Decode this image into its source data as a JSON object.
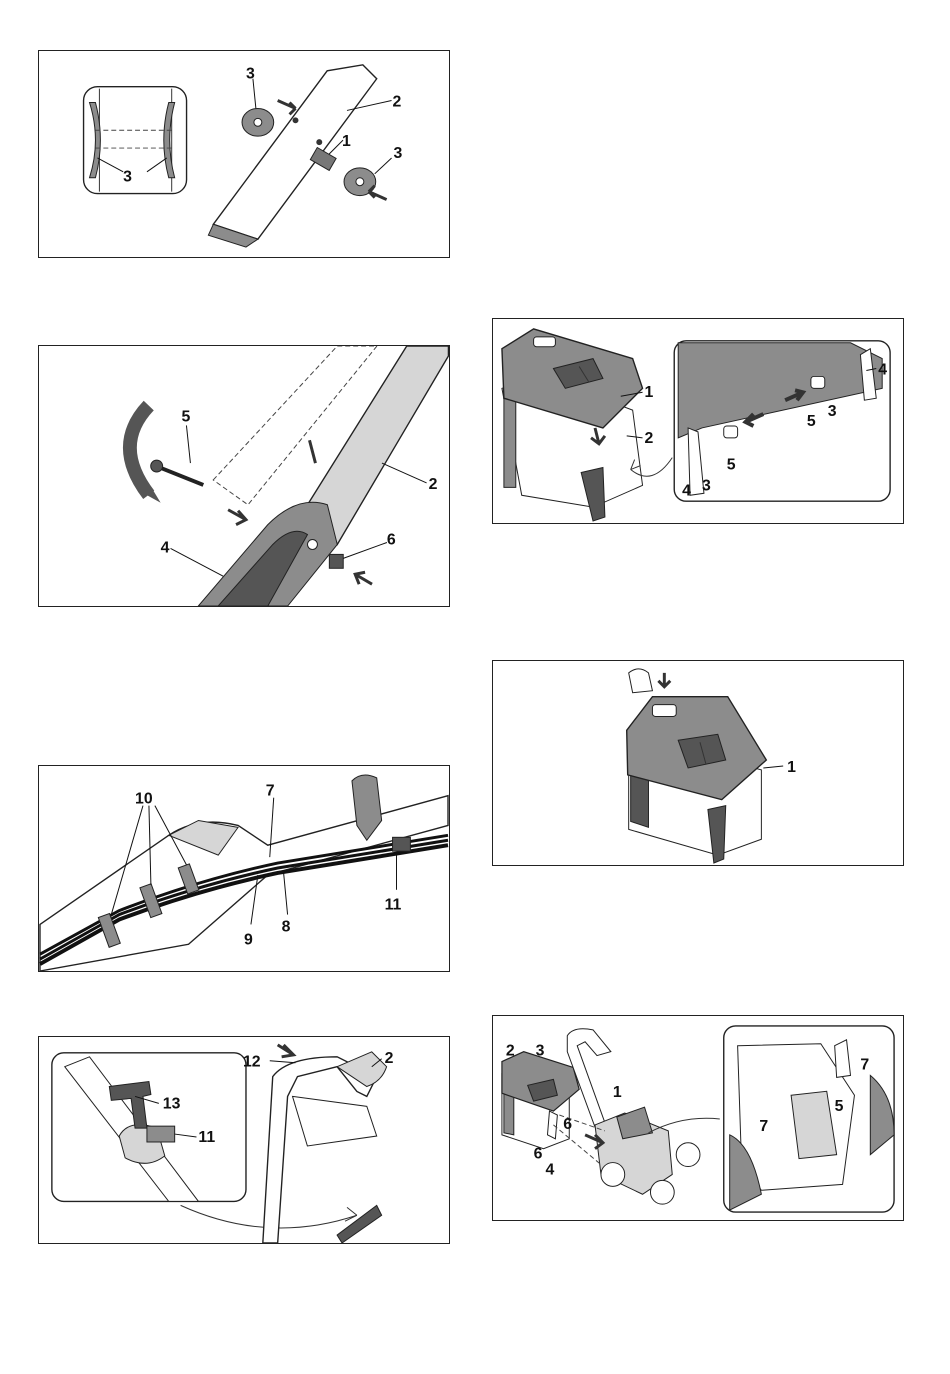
{
  "figures": [
    {
      "id": "fig-spacer-washers",
      "labels": [
        "3",
        "2",
        "1",
        "3",
        "3"
      ]
    },
    {
      "id": "fig-handle-bolt",
      "labels": [
        "5",
        "2",
        "6",
        "4"
      ]
    },
    {
      "id": "fig-cable-routing",
      "labels": [
        "10",
        "7",
        "11",
        "9",
        "8"
      ]
    },
    {
      "id": "fig-cable-clip",
      "labels": [
        "12",
        "2",
        "13",
        "11"
      ]
    },
    {
      "id": "fig-catcher-assembly",
      "labels": [
        "1",
        "2",
        "4",
        "3",
        "5",
        "5",
        "4",
        "3"
      ]
    },
    {
      "id": "fig-catcher-press",
      "labels": [
        "1"
      ]
    },
    {
      "id": "fig-catcher-mount",
      "labels": [
        "2",
        "3",
        "1",
        "6",
        "6",
        "4",
        "7",
        "5",
        "7"
      ]
    }
  ],
  "colors": {
    "part_fill": "#8c8c8c",
    "part_light": "#d6d6d6",
    "part_dark": "#555555",
    "border": "#222222"
  }
}
